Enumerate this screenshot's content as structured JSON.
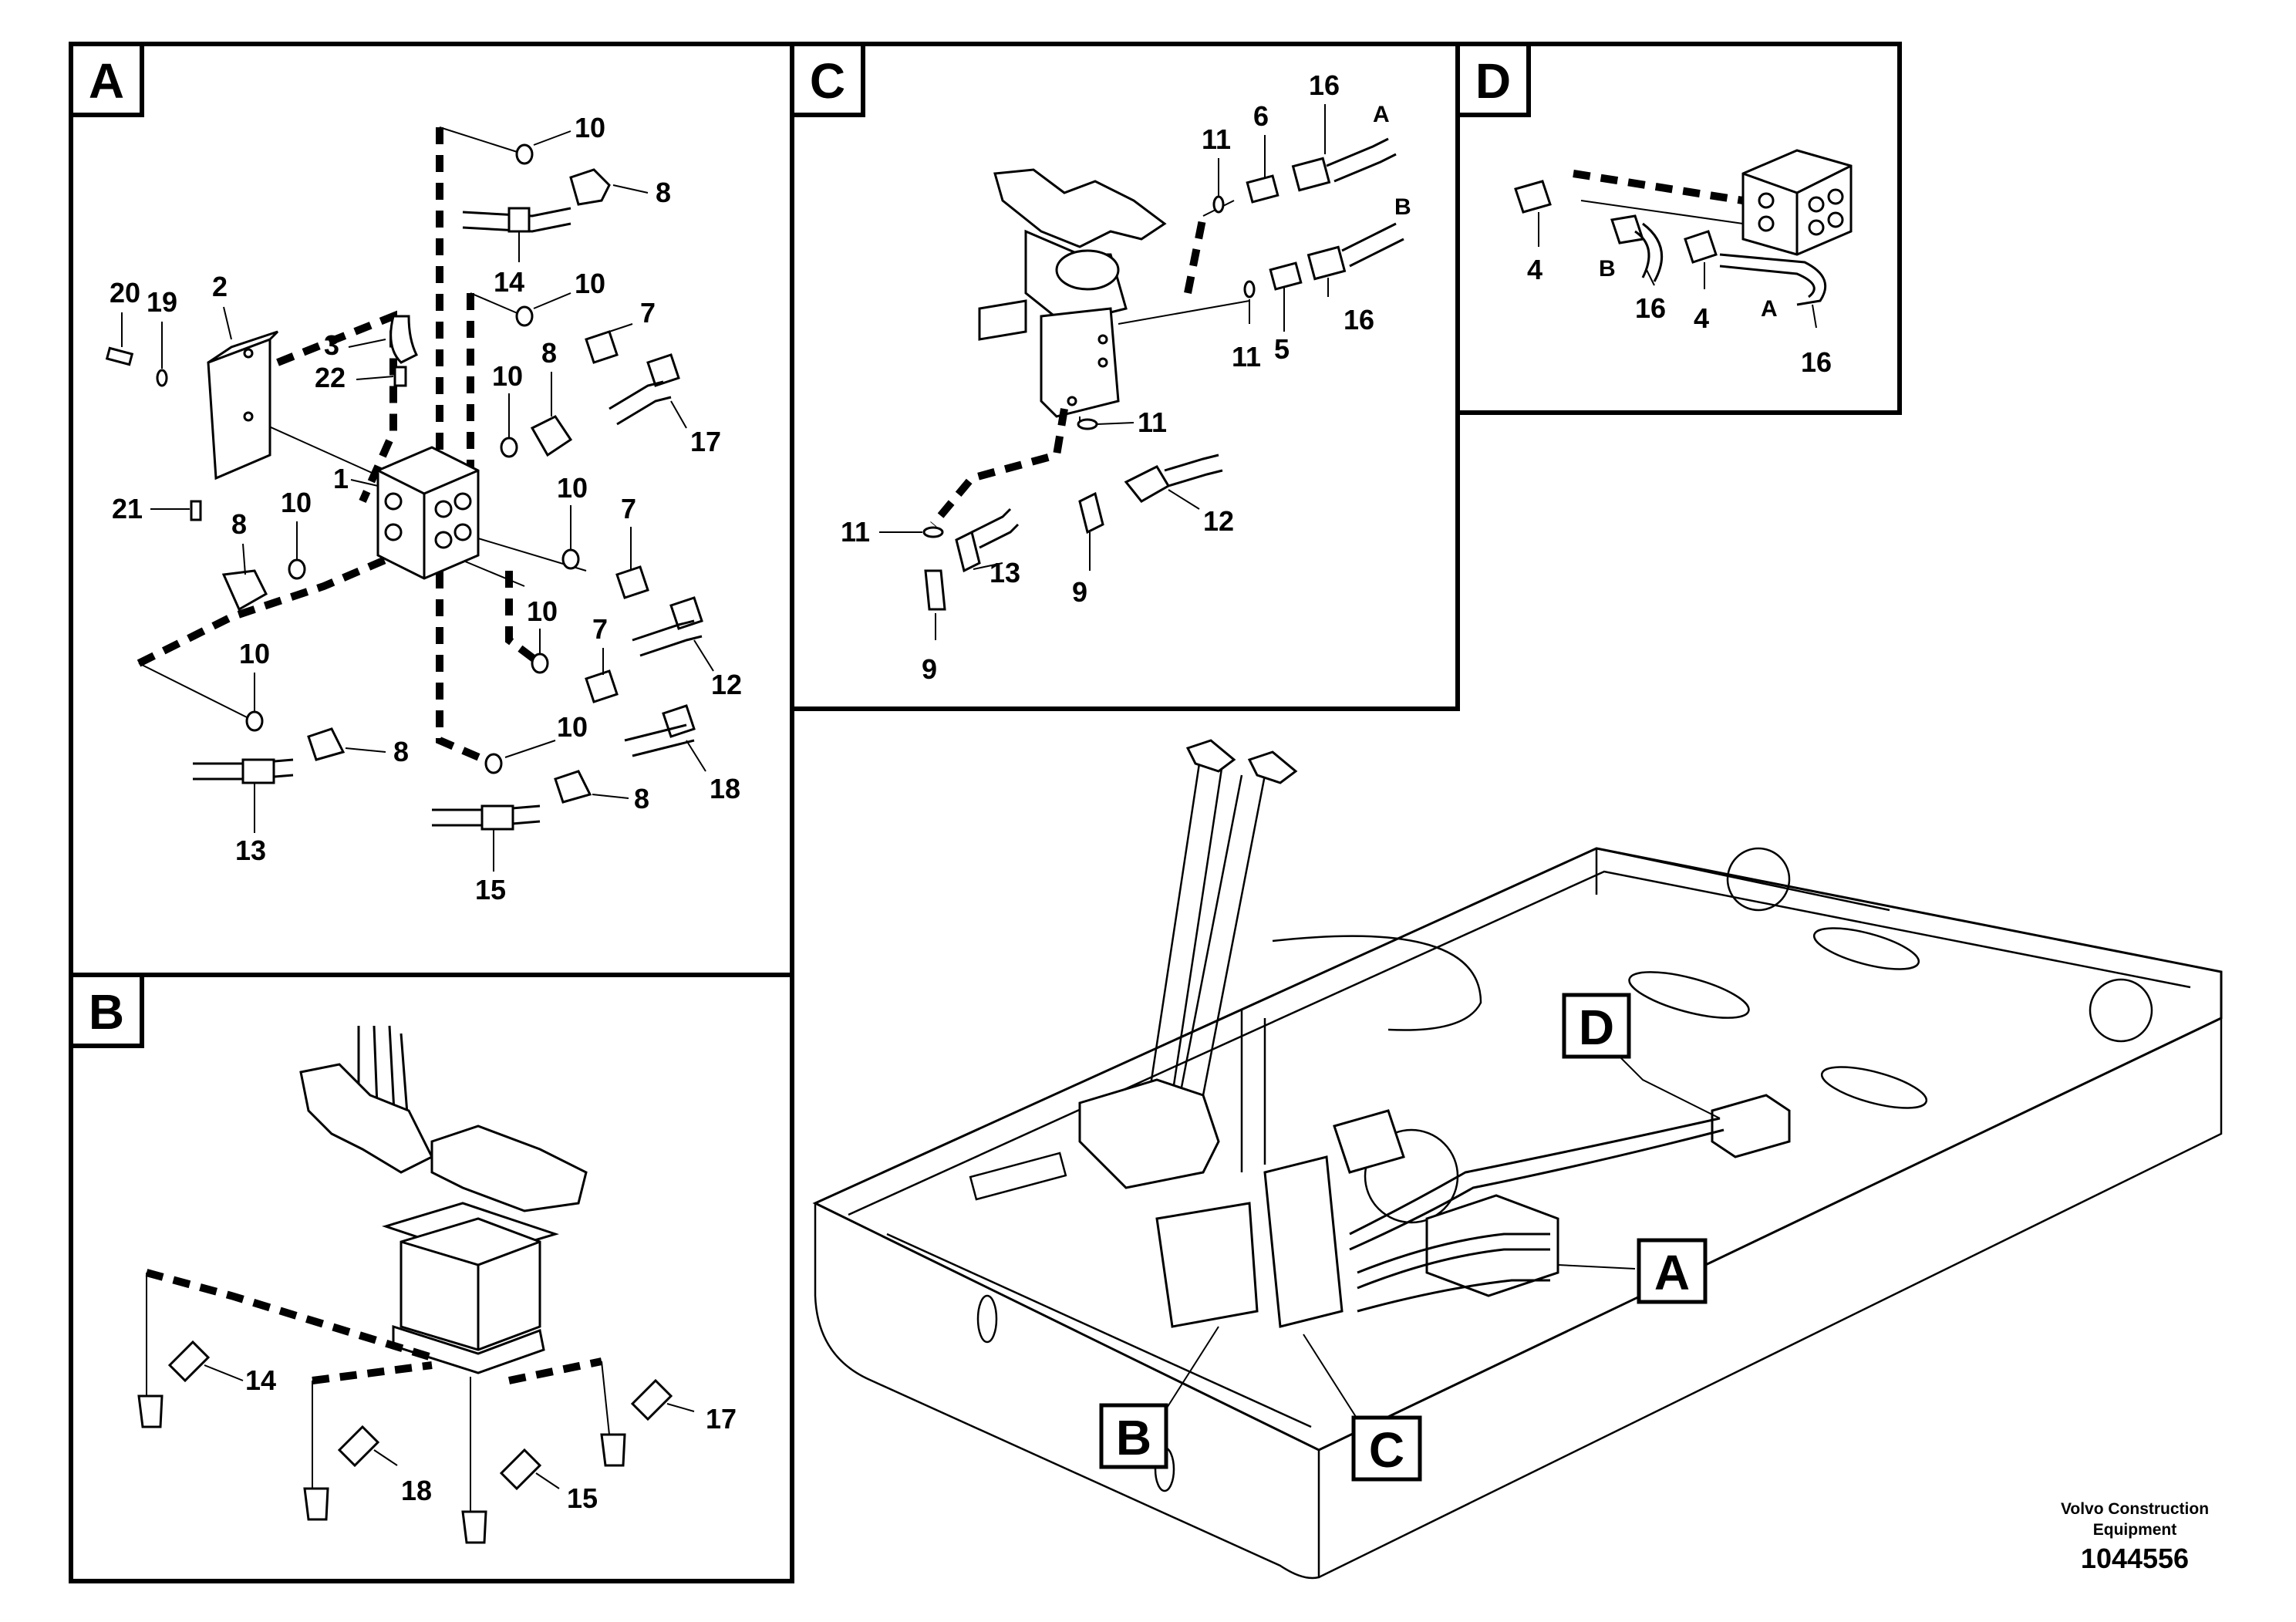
{
  "panels": {
    "A": {
      "letter": "A"
    },
    "B": {
      "letter": "B"
    },
    "C": {
      "letter": "C"
    },
    "D": {
      "letter": "D"
    }
  },
  "callouts": {
    "A": [
      "10",
      "8",
      "14",
      "10",
      "7",
      "20",
      "19",
      "2",
      "3",
      "22",
      "10",
      "8",
      "17",
      "1",
      "21",
      "8",
      "10",
      "10",
      "7",
      "10",
      "7",
      "12",
      "10",
      "8",
      "18",
      "13",
      "10",
      "8",
      "15"
    ],
    "B": [
      "14",
      "18",
      "15",
      "17"
    ],
    "C": [
      "11",
      "6",
      "16",
      "A",
      "B",
      "16",
      "11",
      "5",
      "11",
      "12",
      "11",
      "13",
      "9",
      "9"
    ],
    "D": [
      "4",
      "B",
      "16",
      "4",
      "A",
      "16"
    ]
  },
  "overview": {
    "markers": [
      "A",
      "B",
      "C",
      "D"
    ]
  },
  "footer": {
    "credit_line1": "Volvo Construction",
    "credit_line2": "Equipment",
    "doc_number": "1044556"
  }
}
